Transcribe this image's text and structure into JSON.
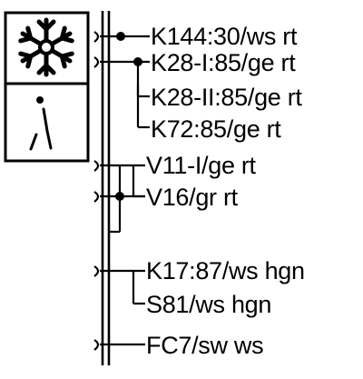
{
  "panel_icons": [
    {
      "name": "snowflake-icon",
      "meaning": "snowflake"
    },
    {
      "name": "switch-contact-icon",
      "meaning": "switch contact"
    }
  ],
  "wires": [
    {
      "id": "k144",
      "label": "K144:30/ws rt"
    },
    {
      "id": "k28-1",
      "label": "K28-I:85/ge rt"
    },
    {
      "id": "k28-2",
      "label": "K28-II:85/ge rt"
    },
    {
      "id": "k72",
      "label": "K72:85/ge rt"
    },
    {
      "id": "v11",
      "label": "V11-I/ge rt"
    },
    {
      "id": "v16",
      "label": "V16/gr rt"
    },
    {
      "id": "k17",
      "label": "K17:87/ws hgn"
    },
    {
      "id": "s81",
      "label": "S81/ws hgn"
    },
    {
      "id": "fc7",
      "label": "FC7/sw ws"
    }
  ],
  "colors": {
    "ink": "#000000",
    "background": "#ffffff"
  }
}
